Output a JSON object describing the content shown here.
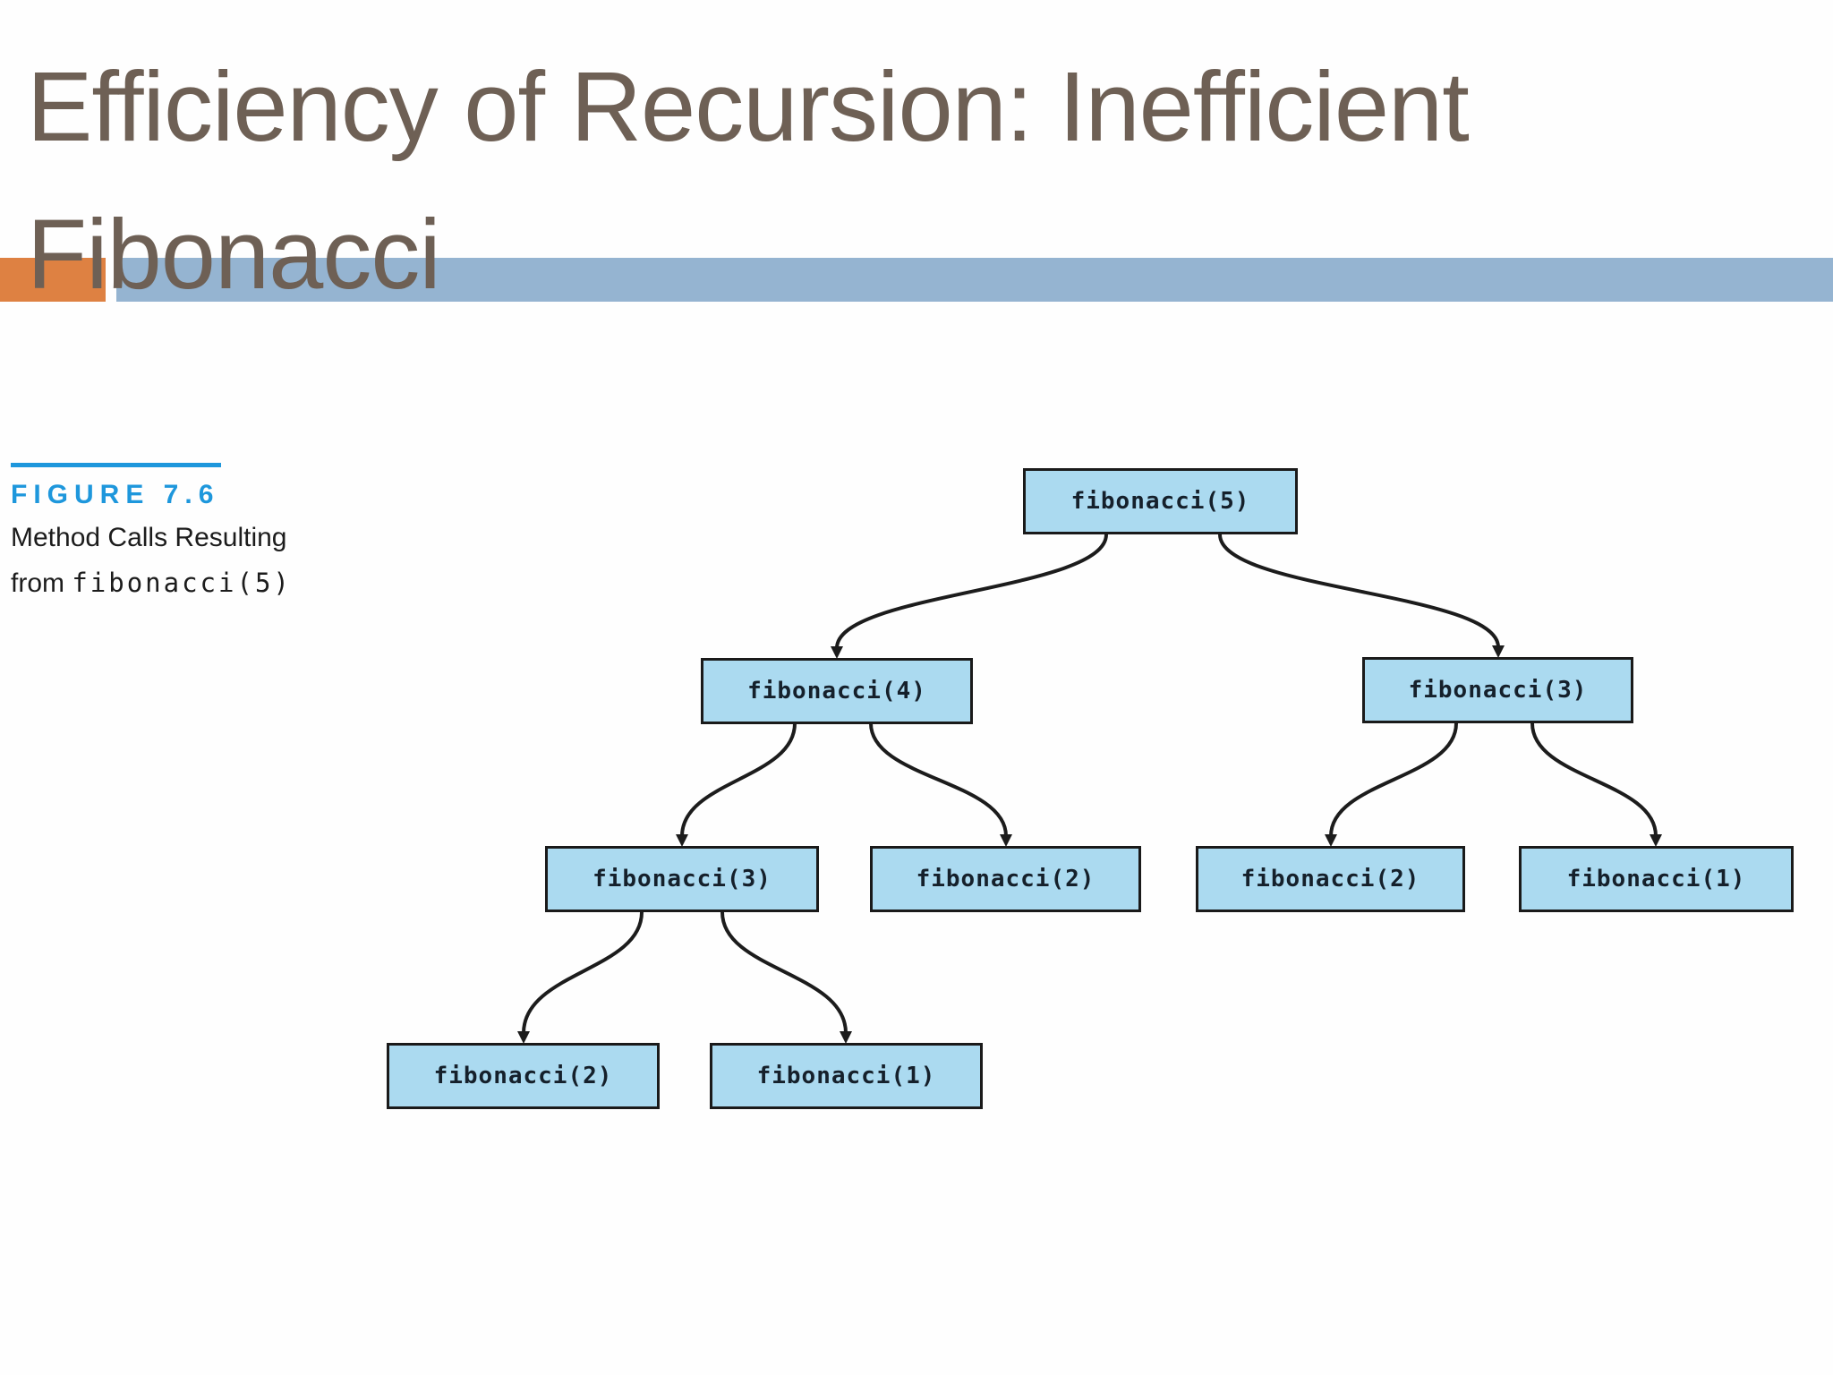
{
  "slide": {
    "title": "Efficiency of Recursion: Inefficient Fibonacci"
  },
  "figure": {
    "label": "FIGURE 7.6",
    "caption_line1": "Method Calls Resulting",
    "caption_prefix": "from ",
    "caption_code": "fibonacci(5)"
  },
  "tree": {
    "nodes": [
      {
        "label": "fibonacci(5)",
        "level": 1
      },
      {
        "label": "fibonacci(4)",
        "level": 2
      },
      {
        "label": "fibonacci(3)",
        "level": 2
      },
      {
        "label": "fibonacci(3)",
        "level": 3
      },
      {
        "label": "fibonacci(2)",
        "level": 3
      },
      {
        "label": "fibonacci(2)",
        "level": 3
      },
      {
        "label": "fibonacci(1)",
        "level": 3
      },
      {
        "label": "fibonacci(2)",
        "level": 4
      },
      {
        "label": "fibonacci(1)",
        "level": 4
      }
    ]
  },
  "colors": {
    "title_text": "#6e6055",
    "accent_orange": "#de8142",
    "title_bar_blue": "#95b4d1",
    "figure_label_blue": "#1e97dc",
    "node_fill": "#abdaf0",
    "node_border": "#1a1a1a",
    "connector_black": "#1c1c1c"
  }
}
